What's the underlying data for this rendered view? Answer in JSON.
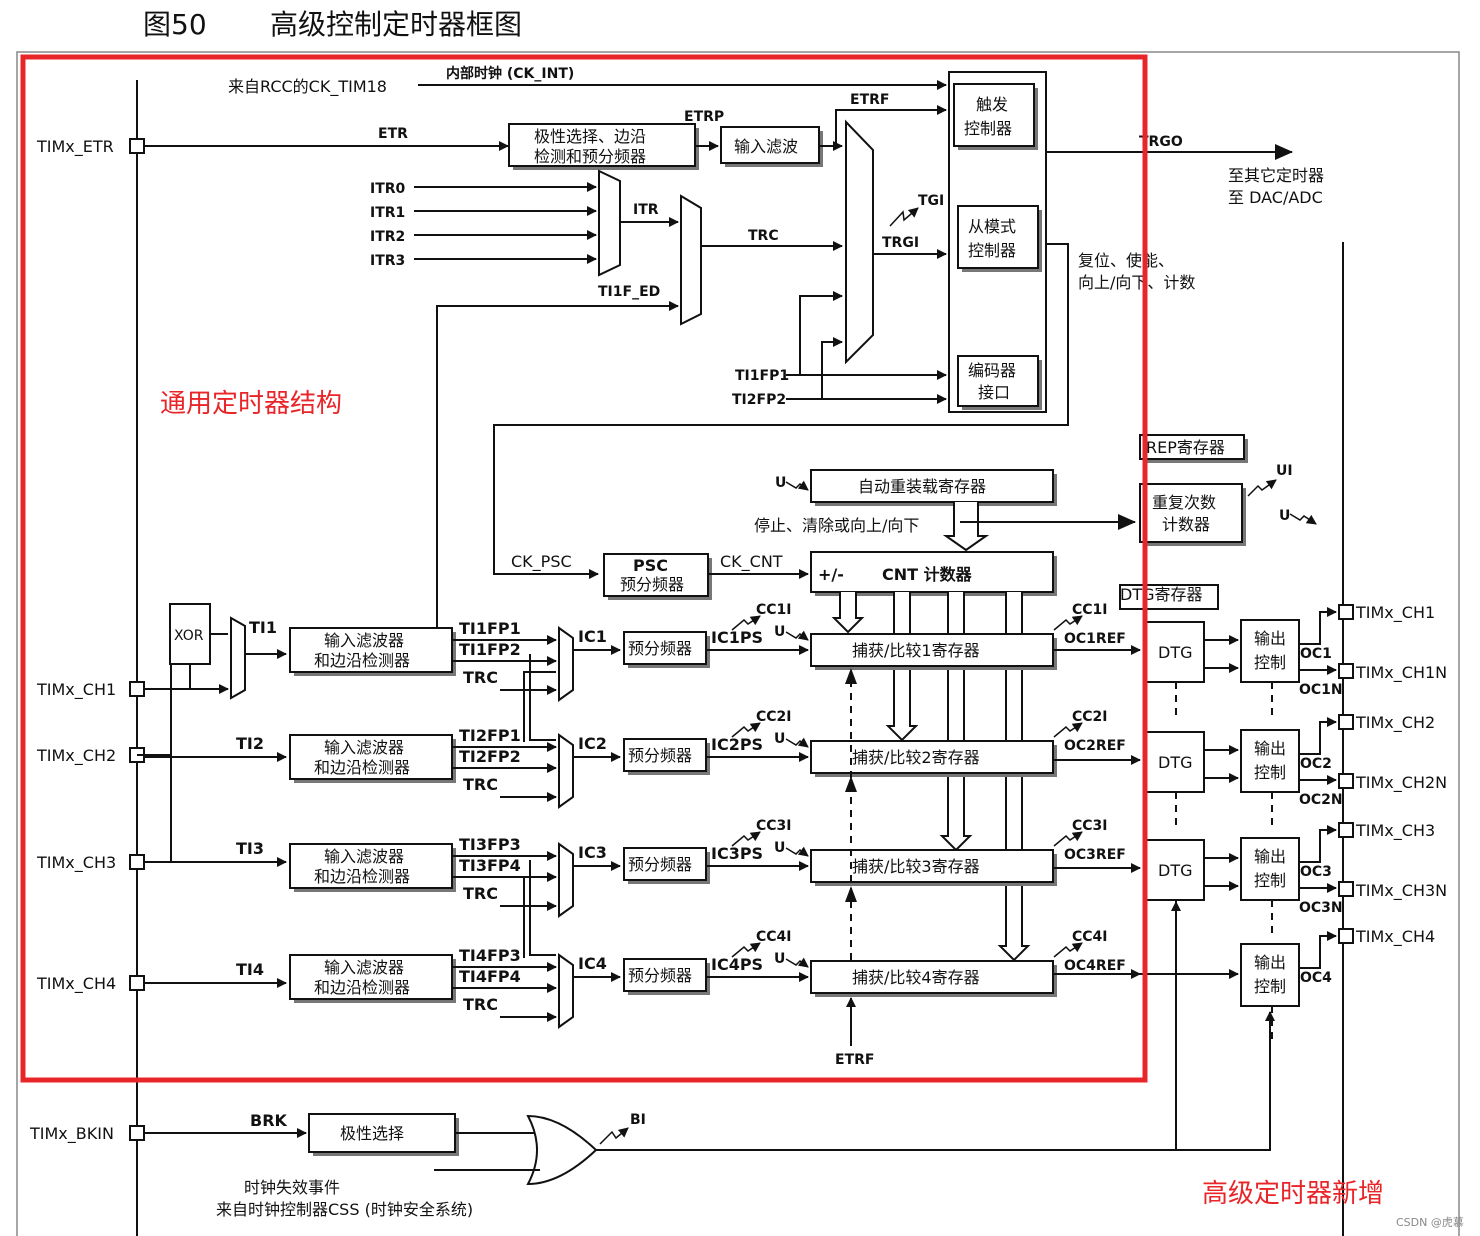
{
  "figure": {
    "number": "图50",
    "title": "高级控制定时器框图"
  },
  "annotations": {
    "general_structure": "通用定时器结构",
    "advanced_additions": "高级定时器新增",
    "watermark": "CSDN @虎慕"
  },
  "colors": {
    "highlight": "#e8262a",
    "annotation_text": "#e8262a",
    "line": "#111111"
  },
  "pins": {
    "etr": "TIMx_ETR",
    "ch1": "TIMx_CH1",
    "ch2": "TIMx_CH2",
    "ch3": "TIMx_CH3",
    "ch4": "TIMx_CH4",
    "bkin": "TIMx_BKIN",
    "out_ch1": "TIMx_CH1",
    "out_ch1n": "TIMx_CH1N",
    "out_ch2": "TIMx_CH2",
    "out_ch2n": "TIMx_CH2N",
    "out_ch3": "TIMx_CH3",
    "out_ch3n": "TIMx_CH3N",
    "out_ch4": "TIMx_CH4"
  },
  "blocks": {
    "polarity_edge_prescaler": [
      "极性选择、边沿",
      "检测和预分频器"
    ],
    "input_filter": "输入滤波",
    "trigger_controller": [
      "触发",
      "控制器"
    ],
    "slave_mode_controller": [
      "从模式",
      "控制器"
    ],
    "encoder_interface": [
      "编码器",
      "接口"
    ],
    "auto_reload": "自动重装载寄存器",
    "psc": [
      "PSC",
      "预分频器"
    ],
    "cnt": "CNT 计数器",
    "cnt_dir": "+/-",
    "rep_register": "REP寄存器",
    "repetition_counter": [
      "重复次数",
      "计数器"
    ],
    "dtg_register": "DTG寄存器",
    "dtg": "DTG",
    "output_control": [
      "输出",
      "控制"
    ],
    "ch_filter": [
      "输入滤波器",
      "和边沿检测器"
    ],
    "prescaler": "预分频器",
    "capture_compare": [
      "捕获/比较1寄存器",
      "捕获/比较2寄存器",
      "捕获/比较3寄存器",
      "捕获/比较4寄存器"
    ],
    "polarity_select": "极性选择",
    "xor": "XOR"
  },
  "signals": {
    "from_rcc": "来自RCC的CK_TIM18",
    "internal_clock": "内部时钟 (CK_INT)",
    "etr": "ETR",
    "etrp": "ETRP",
    "etrf": "ETRF",
    "itr": [
      "ITR0",
      "ITR1",
      "ITR2",
      "ITR3"
    ],
    "itr_out": "ITR",
    "trc": "TRC",
    "ti1f_ed": "TI1F_ED",
    "tgi": "TGI",
    "trgi": "TRGI",
    "trgo": "TRGO",
    "to_other": "至其它定时器",
    "to_dac": "至 DAC/ADC",
    "reset_enable": "复位、使能、",
    "up_down_count": "向上/向下、计数",
    "ti1fp1": "TI1FP1",
    "ti2fp2": "TI2FP2",
    "u": "U",
    "ui": "UI",
    "stop_clear": "停止、清除或向上/向下",
    "ck_psc": "CK_PSC",
    "ck_cnt": "CK_CNT",
    "ti_in": [
      "TI1",
      "TI2",
      "TI3",
      "TI4"
    ],
    "fp_a": [
      "TI1FP1",
      "TI2FP1",
      "TI3FP3",
      "TI4FP3"
    ],
    "fp_b": [
      "TI1FP2",
      "TI2FP2",
      "TI3FP4",
      "TI4FP4"
    ],
    "ic": [
      "IC1",
      "IC2",
      "IC3",
      "IC4"
    ],
    "icps": [
      "IC1PS",
      "IC2PS",
      "IC3PS",
      "IC4PS"
    ],
    "cci": [
      "CC1I",
      "CC2I",
      "CC3I",
      "CC4I"
    ],
    "ocref": [
      "OC1REF",
      "OC2REF",
      "OC3REF",
      "OC4REF"
    ],
    "oc": [
      "OC1",
      "OC2",
      "OC3",
      "OC4"
    ],
    "ocn": [
      "OC1N",
      "OC2N",
      "OC3N"
    ],
    "brk": "BRK",
    "bi": "BI",
    "clock_fail": "时钟失效事件",
    "from_css": "来自时钟控制器CSS (时钟安全系统)"
  }
}
